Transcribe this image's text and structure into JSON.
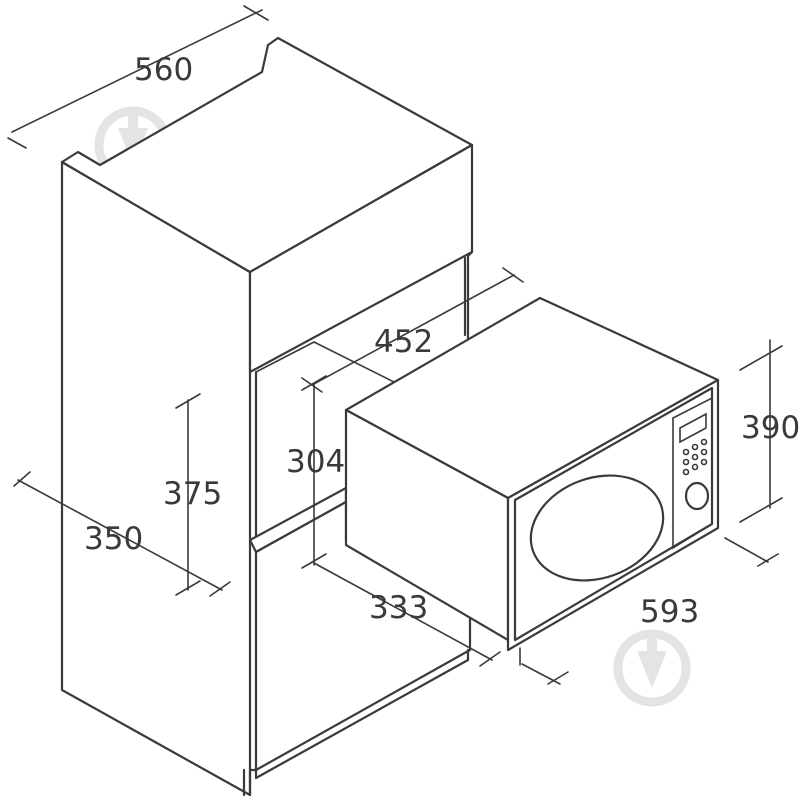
{
  "dimensions": {
    "cabinet_depth": "560",
    "niche_depth": "452",
    "niche_height": "304",
    "cabinet_niche_height": "375",
    "cabinet_width": "350",
    "appliance_depth": "333",
    "appliance_width": "593",
    "appliance_height": "390"
  },
  "colors": {
    "line": "#3a3a3a",
    "watermark": "#e4e4e4",
    "background": "#ffffff"
  },
  "icons": [
    "watermark-logo-icon",
    "microwave-icon",
    "kitchen-cabinet-icon"
  ]
}
